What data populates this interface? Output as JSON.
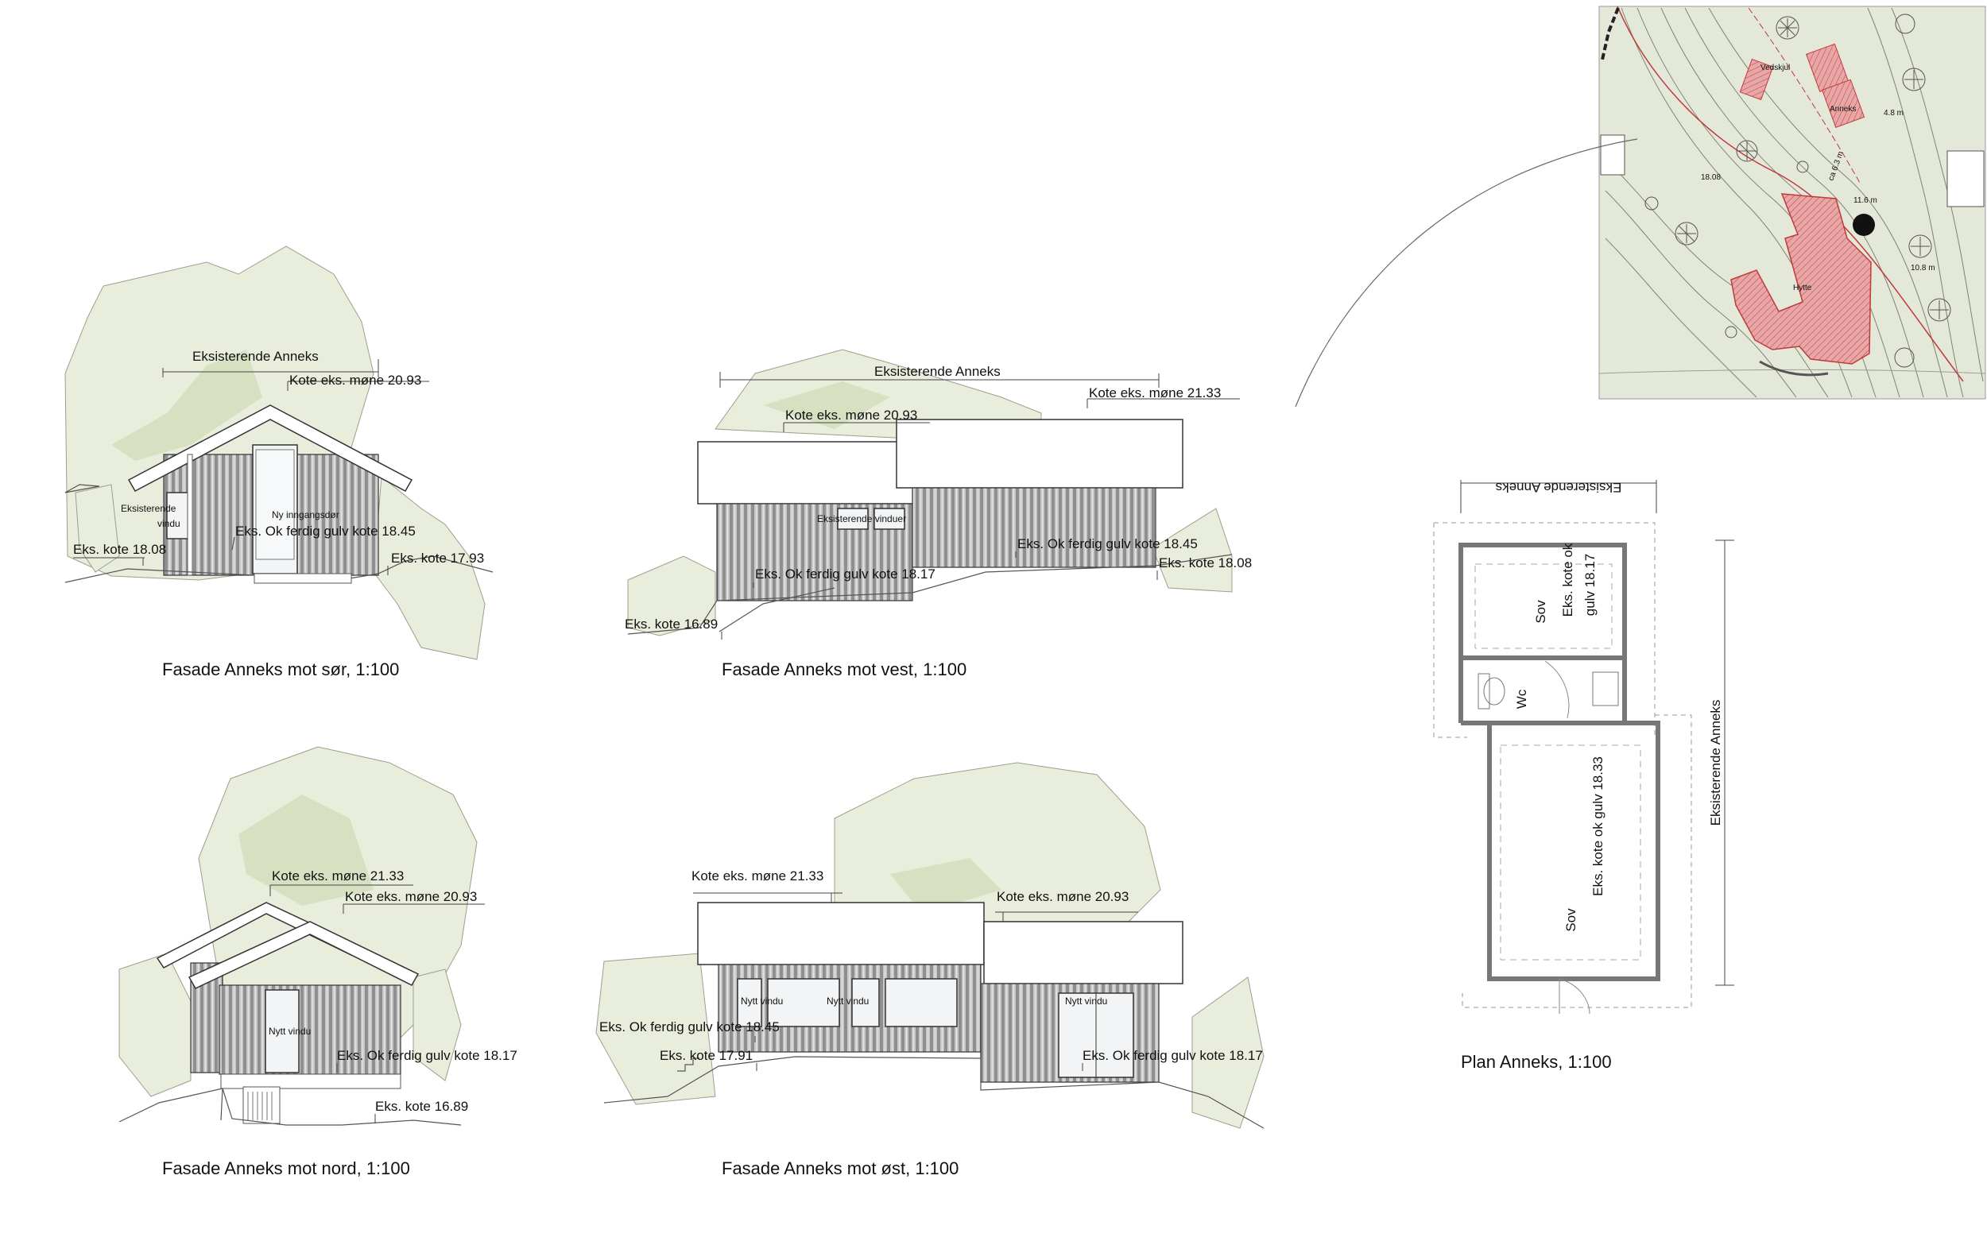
{
  "elevations": {
    "south": {
      "caption": "Fasade Anneks mot sør, 1:100",
      "dim_label": "Eksisterende Anneks",
      "labels": [
        "Kote eks. møne 20.93",
        "Ny inngangsdør",
        "Eks. Ok ferdig gulv kote 18.45",
        "Eks. kote 17.93",
        "Eks. kote 18.08"
      ],
      "window_label_1": "Eksisterende",
      "window_label_2": "vindu"
    },
    "west": {
      "caption": "Fasade Anneks mot vest, 1:100",
      "dim_label": "Eksisterende Anneks",
      "labels": [
        "Kote eks. møne 20.93",
        "Kote eks. møne 21.33",
        "Eksisterende vinduer",
        "Eks. Ok ferdig gulv kote 18.45",
        "Eks. kote 18.08",
        "Eks. Ok ferdig gulv kote 18.17",
        "Eks. kote 16.89"
      ]
    },
    "north": {
      "caption": "Fasade Anneks mot nord, 1:100",
      "labels": [
        "Kote eks. møne 21.33",
        "Kote eks. møne 20.93",
        "Nytt vindu",
        "Eks. Ok ferdig gulv kote 18.17",
        "Eks. kote 16.89"
      ]
    },
    "east": {
      "caption": "Fasade Anneks mot øst, 1:100",
      "labels": [
        "Kote eks. møne 21.33",
        "Kote eks. møne 20.93",
        "Nytt vindu",
        "Nytt vindu",
        "Eks. Ok ferdig gulv kote 18.45",
        "Eks. kote 17.91",
        "Nytt vindu",
        "Eks. Ok ferdig gulv kote 18.17"
      ]
    }
  },
  "plan": {
    "caption": "Plan Anneks, 1:100",
    "dim_top": "Eksisterende Anneks",
    "dim_side": "Eksisterende Anneks",
    "room1": {
      "name": "Sov",
      "level_1": "Eks. kote ok",
      "level_2": "gulv 18.17"
    },
    "wc": "Wc",
    "room2": {
      "name": "Sov",
      "level": "Eks. kote ok gulv 18.33"
    }
  },
  "site_map": {
    "labels": [
      "Vedskjul",
      "Anneks",
      "Hytte",
      "18.08",
      "ca 6.3 m",
      "10.8 m",
      "11.6 m",
      "4.8 m"
    ]
  },
  "colors": {
    "vegetation": "#e9eddc",
    "vegetation_dark": "#d8e0c2",
    "building_fill": "#e8a7a7",
    "building_stroke": "#c0393b",
    "map_background": "#e4e8d8"
  }
}
